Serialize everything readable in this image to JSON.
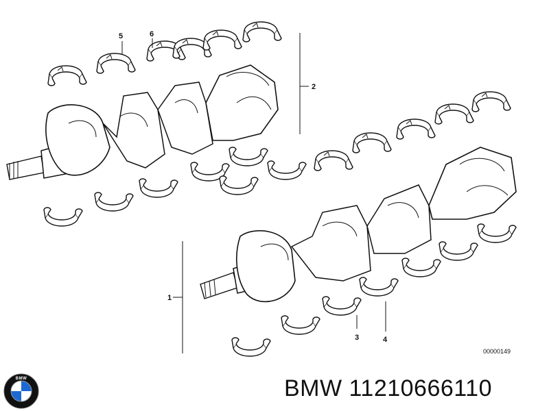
{
  "diagram": {
    "callouts": {
      "item_1": "1",
      "item_2": "2",
      "item_3": "3",
      "item_4": "4",
      "item_5": "5",
      "item_6": "6"
    },
    "drawing_number": "00000149"
  },
  "logo": {
    "text": "BMW"
  },
  "part_label": "BMW 11210666110"
}
